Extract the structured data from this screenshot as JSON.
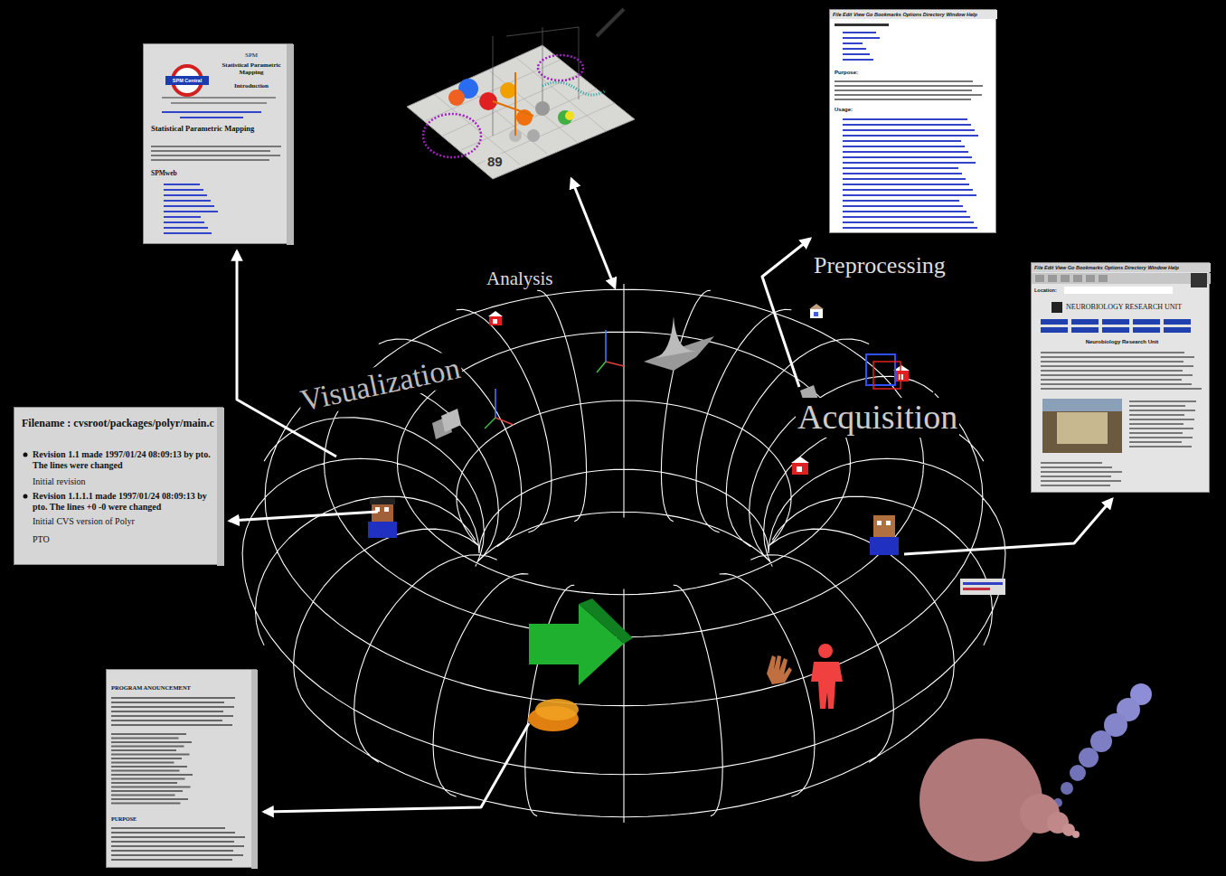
{
  "diagram": {
    "nodes": [
      {
        "text": [
          "SPM Central",
          "SPM",
          "Statistical Parametric Mapping",
          "Introduction",
          "Statistical Parametric Mapping",
          "SPMweb"
        ]
      },
      {
        "text": [
          "File Edit View Go Bookmarks Options Directory Window Help",
          "Purpose:",
          "Usage:"
        ]
      },
      {
        "text": [
          "File Edit View Go Bookmarks Options Directory Window Help",
          "Location:",
          "NEUROBIOLOGY RESEARCH UNIT",
          "Neurobiology Research Unit"
        ]
      },
      {
        "text": [
          "Filename : cvsroot/packages/polyr/main.c",
          "Revision 1.1 made 1997/01/24 08:09:13 by pto. The lines were changed",
          "Initial revision",
          "Revision 1.1.1.1 made 1997/01/24 08:09:13 by pto. The lines +0 -0 were changed",
          "Initial CVS version of Polyr",
          "PTO"
        ]
      },
      {
        "text": [
          "PROGRAM ANOUNCEMENT",
          "PURPOSE"
        ]
      }
    ],
    "labels": [
      "Analysis",
      "Preprocessing",
      "Visualization",
      "Acquisition",
      "89"
    ]
  }
}
